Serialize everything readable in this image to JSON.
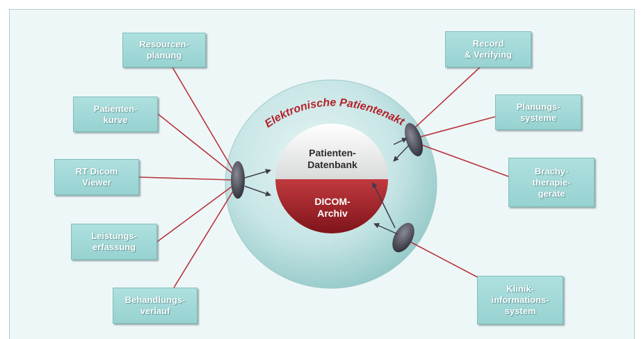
{
  "title_arc": "Elektronische Patientenakte",
  "core": {
    "top_label": "Patienten-\nDatenbank",
    "bottom_label": "DICOM-\nArchiv"
  },
  "nodes": {
    "ressourcenplanung": "Resourcen-\nplanung",
    "patientenkurve": "Patienten-\nkurve",
    "rt_dicom_viewer": "RT Dicom\nViewer",
    "leistungserfassung": "Leistungs-\nerfassung",
    "behandlungsverlauf": "Behandlungs-\nverlauf",
    "record_verifying": "Record\n& Verifying",
    "planungssysteme": "Planungs-\nsysteme",
    "brachytherapiegeraete": "Brachy-\ntherapie-\ngeräte",
    "klinikinformationssystem": "Klinik-\ninformations-\nsystem"
  },
  "colors": {
    "link_line": "#b8323c",
    "sphere_fill": "#c3e3e3",
    "db_upper": "#f4f4f4",
    "db_lower": "#9b1c22",
    "title_text": "#b3222b",
    "node_text": "#ffffff",
    "connector": "#3d3d48"
  }
}
